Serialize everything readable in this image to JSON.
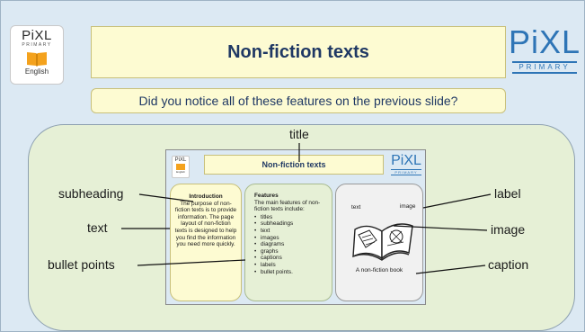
{
  "header": {
    "left_logo": {
      "word": "PiXL",
      "sub": "PRIMARY",
      "caption": "English",
      "icon": "book-icon"
    },
    "title": "Non-fiction texts",
    "right_logo": {
      "word": "PiXL",
      "sub": "PRIMARY"
    }
  },
  "question": "Did you notice all of these features on the previous slide?",
  "annotations": {
    "title": "title",
    "subheading": "subheading",
    "text": "text",
    "bullet_points": "bullet points",
    "label": "label",
    "image": "image",
    "caption": "caption"
  },
  "mini_slide": {
    "logo_word": "PiXL",
    "logo_sub": "PRIMARY",
    "logo_caption": "English",
    "title": "Non-fiction texts",
    "right_word": "PiXL",
    "right_sub": "PRIMARY",
    "intro": {
      "heading": "Introduction",
      "body": "The purpose of non-fiction texts is to provide information. The page layout of non-fiction texts is designed to help you find the information you need more quickly."
    },
    "features": {
      "heading": "Features",
      "lead": "The main features of non-fiction texts include:",
      "items": [
        "titles",
        "subheadings",
        "text",
        "images",
        "diagrams",
        "graphs",
        "captions",
        "labels",
        "bullet points."
      ]
    },
    "picture": {
      "text_label": "text",
      "image_label": "image",
      "caption": "A non-fiction book",
      "icon": "open-book-icon"
    }
  },
  "colors": {
    "slide_bg": "#dce9f3",
    "yellow_box": "#fdfbd2",
    "green_panel": "#e6f0d6",
    "title_blue": "#1f3864",
    "pixl_blue": "#2e75b6",
    "book_orange": "#f4a21d"
  }
}
